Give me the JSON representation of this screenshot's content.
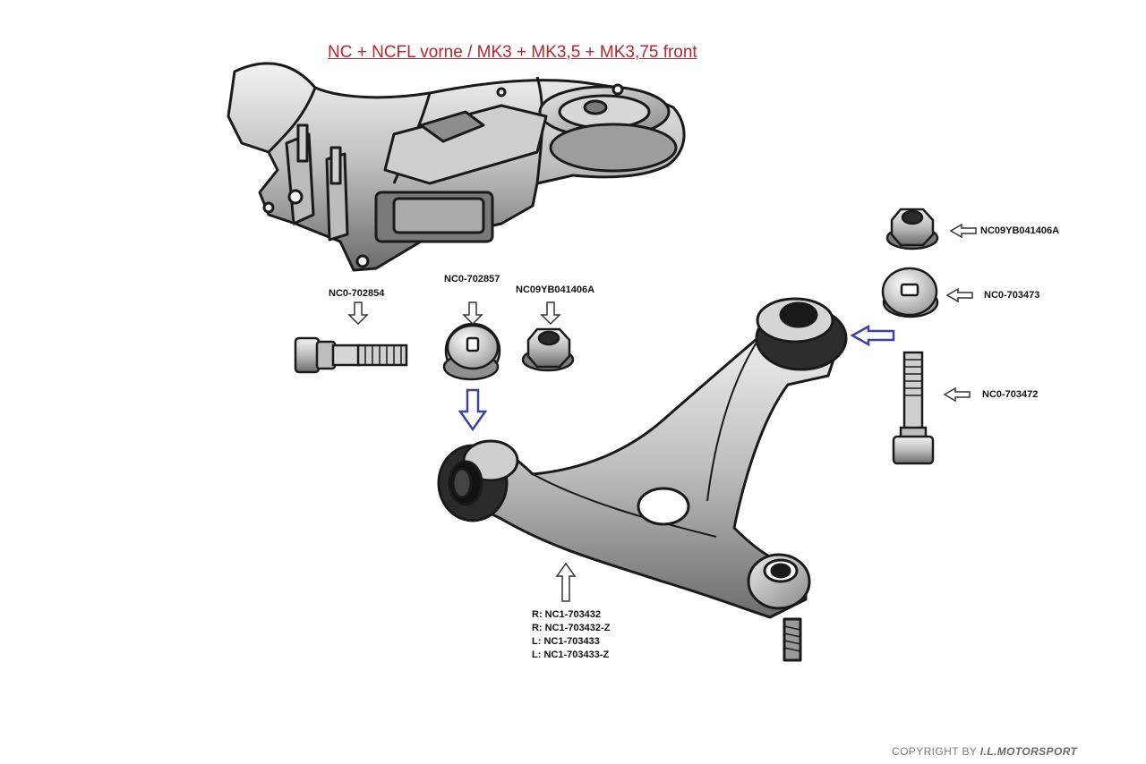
{
  "title": "NC + NCFL vorne / MK3 + MK3,5 + MK3,75 front",
  "labels": {
    "bolt_left": "NC0-702854",
    "washer_left": "NC0-702857",
    "nut_left": "NC09YB041406A",
    "nut_right": "NC09YB041406A",
    "washer_right": "NC0-703473",
    "bolt_right": "NC0-703472"
  },
  "control_arm_parts": [
    "R:  NC1-703432",
    "R:  NC1-703432-Z",
    "L:  NC1-703433",
    "L:  NC1-703433-Z"
  ],
  "copyright": {
    "prefix": "COPYRIGHT BY ",
    "brand": "I.L.MOTORSPORT"
  },
  "colors": {
    "title": "#b8262f",
    "highlight_arrow": "#3a43a0",
    "line_art": "#1a1a1a"
  },
  "icons": [
    "subframe-drawing",
    "control-arm-drawing",
    "bolt-icon",
    "washer-icon",
    "nut-icon",
    "callout-arrow-icon"
  ]
}
